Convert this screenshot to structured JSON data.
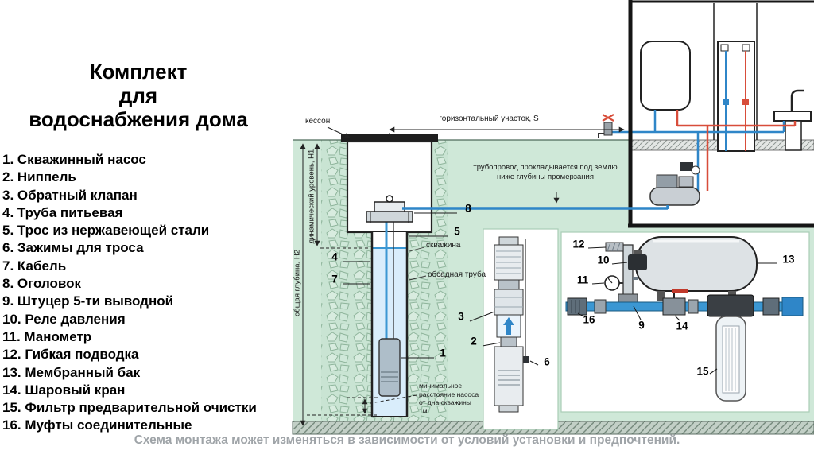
{
  "title": {
    "line1": "Комплект",
    "line2": "для",
    "line3": "водоснабжения дома"
  },
  "parts": [
    "1. Скважинный насос",
    "2. Ниппель",
    "3. Обратный клапан",
    "4. Труба питьевая",
    "5. Трос из нержавеющей стали",
    "6. Зажимы для троса",
    "7. Кабель",
    "8. Оголовок",
    "9. Штуцер 5-ти выводной",
    "10. Реле давления",
    "11. Манометр",
    "12. Гибкая подводка",
    "13. Мембранный бак",
    "14. Шаровый кран",
    "15. Фильтр предварительной очистки",
    "16. Муфты соединительные"
  ],
  "diagram": {
    "labels": {
      "kesson": "кессон",
      "horizontal_section": "горизонтальный участок, S",
      "pipeline_note": "трубопровод прокладывается под землю ниже глубины промерзания",
      "well": "скважина",
      "casing_pipe": "обсадная труба",
      "total_depth": "общая глубина, Н2",
      "dynamic_level": "динамический уровень, Н1",
      "min_distance": "минимальное расстояние насоса от дна скважины 1м"
    },
    "callouts": [
      "1",
      "2",
      "3",
      "4",
      "5",
      "6",
      "7",
      "8",
      "9",
      "10",
      "11",
      "12",
      "13",
      "14",
      "15",
      "16"
    ]
  },
  "footer": "Схема монтажа может изменяться в зависимости от условий установки и предпочтений.",
  "colors": {
    "ground_green": "#cfe8d8",
    "cold_water_blue": "#2f86c8",
    "hot_water_red": "#d84d3a",
    "outline_black": "#1c1c1c",
    "footer_gray": "#9fa4a8"
  }
}
